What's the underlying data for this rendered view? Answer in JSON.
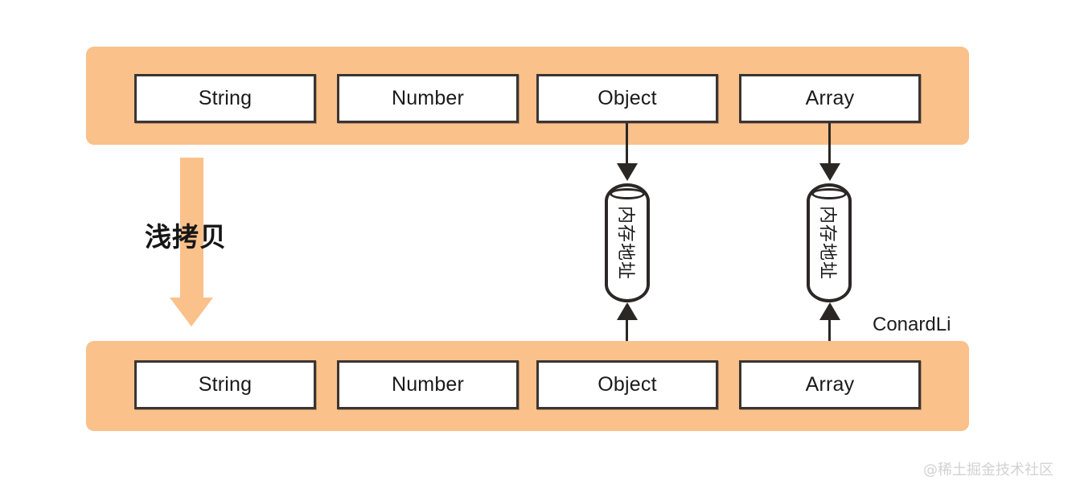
{
  "diagram": {
    "title_label": "浅拷贝",
    "author": "ConardLi",
    "watermark": "@稀土掘金技术社区",
    "colors": {
      "band": "#FAC18A",
      "box_border": "#3a3533",
      "box_fill": "#ffffff",
      "connector": "#2b2725",
      "background": "#ffffff",
      "watermark_text": "#d2d2d2"
    },
    "source_row": {
      "name": "original-object-row",
      "items": [
        {
          "label": "String",
          "has_reference": false
        },
        {
          "label": "Number",
          "has_reference": false
        },
        {
          "label": "Object",
          "has_reference": true
        },
        {
          "label": "Array",
          "has_reference": true
        }
      ]
    },
    "copy_row": {
      "name": "shallow-copy-row",
      "items": [
        {
          "label": "String",
          "has_reference": false
        },
        {
          "label": "Number",
          "has_reference": false
        },
        {
          "label": "Object",
          "has_reference": true
        },
        {
          "label": "Array",
          "has_reference": true
        }
      ]
    },
    "memory_refs": [
      {
        "label": "内存地址",
        "linked_type": "Object"
      },
      {
        "label": "内存地址",
        "linked_type": "Array"
      }
    ]
  }
}
